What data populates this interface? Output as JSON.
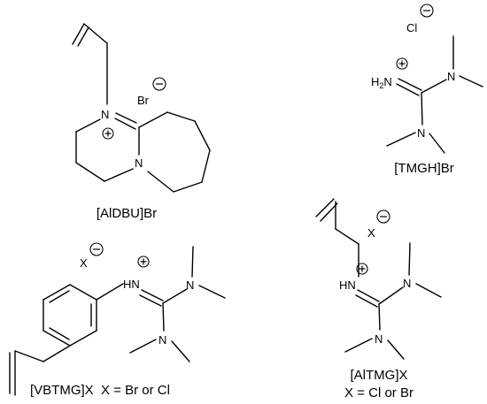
{
  "structures": [
    {
      "id": "aldbu",
      "caption": "[AlDBU]Br",
      "atoms": {
        "n_plus": "N",
        "n_ring": "N"
      },
      "counter_ion": {
        "label": "Br",
        "charge": "−"
      },
      "charge_ring": "+"
    },
    {
      "id": "tmgh",
      "caption": "[TMGH]Br",
      "atoms": {
        "h2n": "H",
        "h2n_sub": "2",
        "h2n_n": "N",
        "n_right": "N",
        "n_bottom": "N"
      },
      "counter_ion": {
        "label": "Cl",
        "charge": "−"
      },
      "charge_ring": "+"
    },
    {
      "id": "vbtmg",
      "caption": "[VBTMG]X  X = Br or Cl",
      "atoms": {
        "hn": "HN",
        "n_right": "N",
        "n_bottom": "N"
      },
      "counter_ion": {
        "label": "X",
        "charge": "−"
      },
      "charge_ring": "+"
    },
    {
      "id": "altmg",
      "caption_line1": "[AlTMG]X",
      "caption_line2": "X = Cl or Br",
      "atoms": {
        "hn": "HN",
        "n_right": "N",
        "n_bottom": "N"
      },
      "counter_ion": {
        "label": "X",
        "charge": "−"
      },
      "charge_ring": "+"
    }
  ]
}
